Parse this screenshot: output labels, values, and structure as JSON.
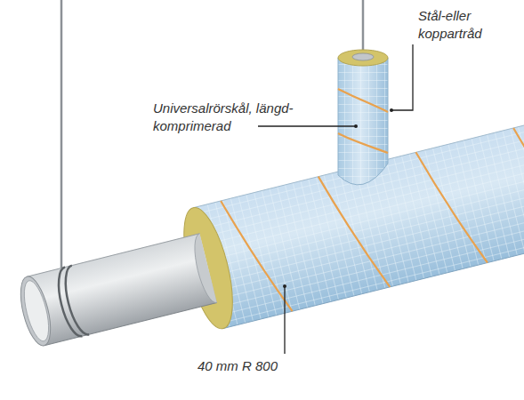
{
  "diagram": {
    "labels": [
      "Stål-eller koppartråd",
      "Universalrörskål, längd- komprimerad",
      "40 mm R 800"
    ]
  }
}
